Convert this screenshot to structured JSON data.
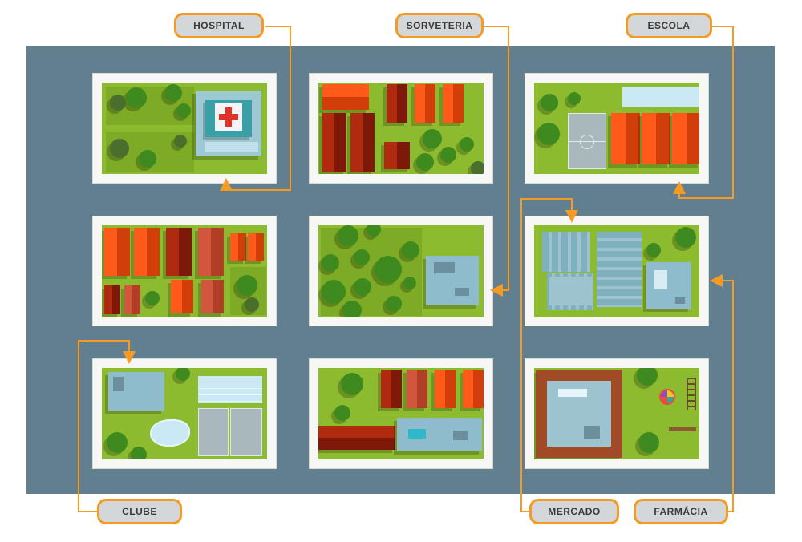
{
  "labels": {
    "hospital": "HOSPITAL",
    "sorveteria": "SORVETERIA",
    "escola": "ESCOLA",
    "clube": "CLUBE",
    "mercado": "MERCADO",
    "farmacia": "FARMÁCIA"
  },
  "colors": {
    "road": "#627f8f",
    "label_border": "#f59a23",
    "label_fill": "#d3d7d9",
    "grass": "#8cbb2f",
    "roof": "#ff5a1a"
  },
  "icons": [
    "hospital-cross-icon",
    "ferris-wheel-icon",
    "tree-icon",
    "soccer-field-icon"
  ]
}
